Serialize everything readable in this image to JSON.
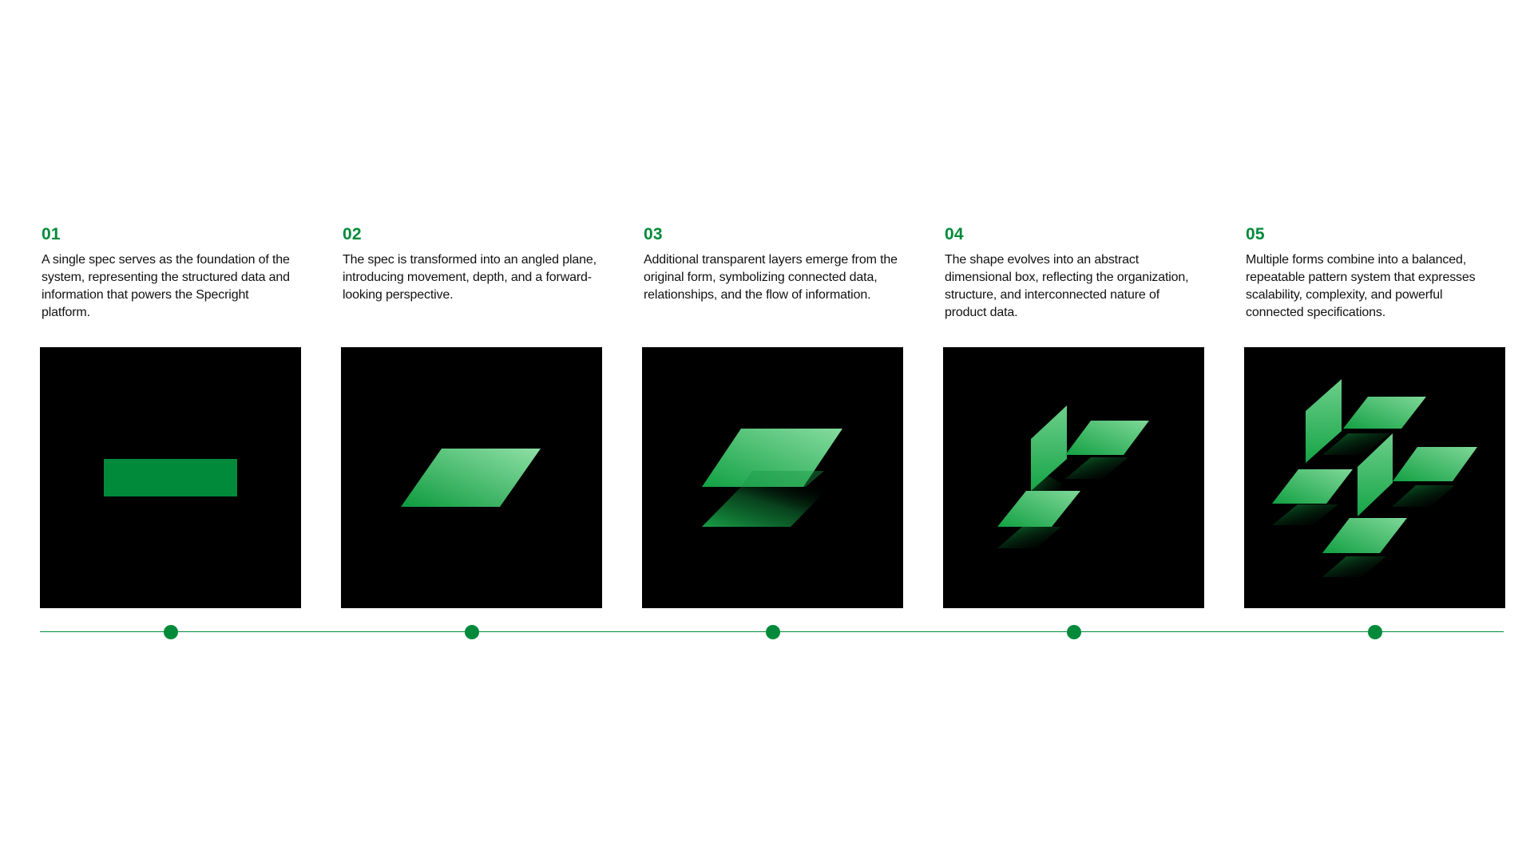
{
  "colors": {
    "accent": "#008a3a",
    "panel_background": "#000000",
    "text": "#111111",
    "background": "#ffffff"
  },
  "steps": [
    {
      "number": "01",
      "description": "A single spec serves as the foundation of the system, representing the structured data and information that powers the Specright platform."
    },
    {
      "number": "02",
      "description": "The spec is transformed into an angled plane, introducing movement, depth, and a forward-looking perspective."
    },
    {
      "number": "03",
      "description": "Additional transparent layers emerge from the original form, symbolizing connected data, relationships, and the flow of information."
    },
    {
      "number": "04",
      "description": "The shape evolves into an abstract dimensional box, reflecting the organization, structure, and interconnected nature of product data."
    },
    {
      "number": "05",
      "description": "Multiple forms combine into a balanced, repeatable pattern system that expresses scalability, complexity, and powerful connected specifications."
    }
  ]
}
